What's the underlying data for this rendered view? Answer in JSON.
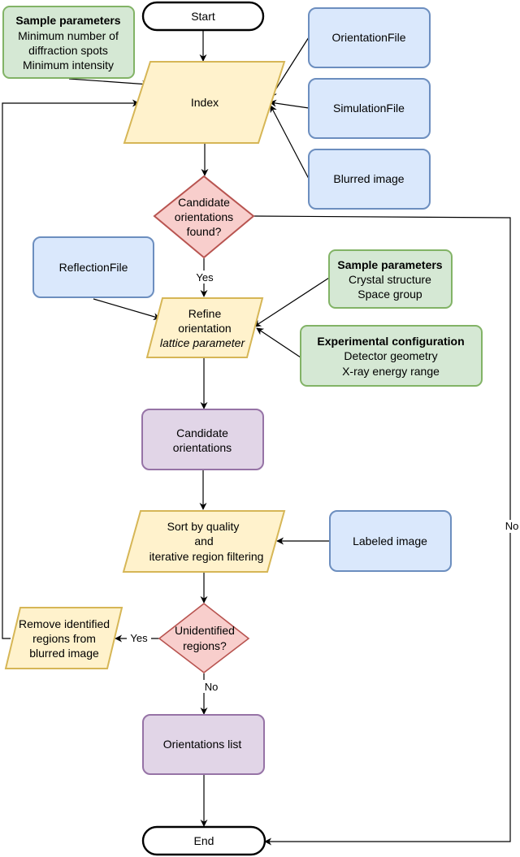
{
  "colors": {
    "yellow_fill": "#fff2cc",
    "yellow_stroke": "#d6b656",
    "blue_fill": "#dae8fc",
    "blue_stroke": "#6c8ebf",
    "green_fill": "#d5e8d4",
    "green_stroke": "#82b366",
    "red_fill": "#f8cecc",
    "red_stroke": "#b85450",
    "purple_fill": "#e1d5e7",
    "purple_stroke": "#9673a6",
    "terminal_fill": "#ffffff",
    "terminal_stroke": "#000000"
  },
  "nodes": {
    "start": "Start",
    "end": "End",
    "index": "Index",
    "orientation_file": "OrientationFile",
    "simulation_file": "SimulationFile",
    "blurred_image": "Blurred image",
    "sample_params_top": {
      "title": "Sample parameters",
      "line1": "Minimum number of",
      "line2": "diffraction spots",
      "line3": "Minimum intensity"
    },
    "candidate_found": {
      "line1": "Candidate",
      "line2": "orientations",
      "line3": "found?"
    },
    "reflection_file": "ReflectionFile",
    "sample_params_mid": {
      "title": "Sample parameters",
      "line1": "Crystal structure",
      "line2": "Space group"
    },
    "refine": {
      "line1": "Refine",
      "line2": "orientation",
      "line3": "lattice parameter"
    },
    "experimental_config": {
      "title": "Experimental configuration",
      "line1": "Detector geometry",
      "line2": "X-ray energy range"
    },
    "candidate_orientations": {
      "line1": "Candidate",
      "line2": "orientations"
    },
    "sort": {
      "line1": "Sort by quality",
      "line2": "and",
      "line3": "iterative region filtering"
    },
    "labeled_image": "Labeled image",
    "unidentified": {
      "line1": "Unidentified",
      "line2": "regions?"
    },
    "remove": {
      "line1": "Remove identified",
      "line2": "regions from",
      "line3": "blurred image"
    },
    "orientations_list": "Orientations list"
  },
  "edges": {
    "yes_refine": "Yes",
    "no_end": "No",
    "yes_remove": "Yes",
    "no_list": "No"
  }
}
